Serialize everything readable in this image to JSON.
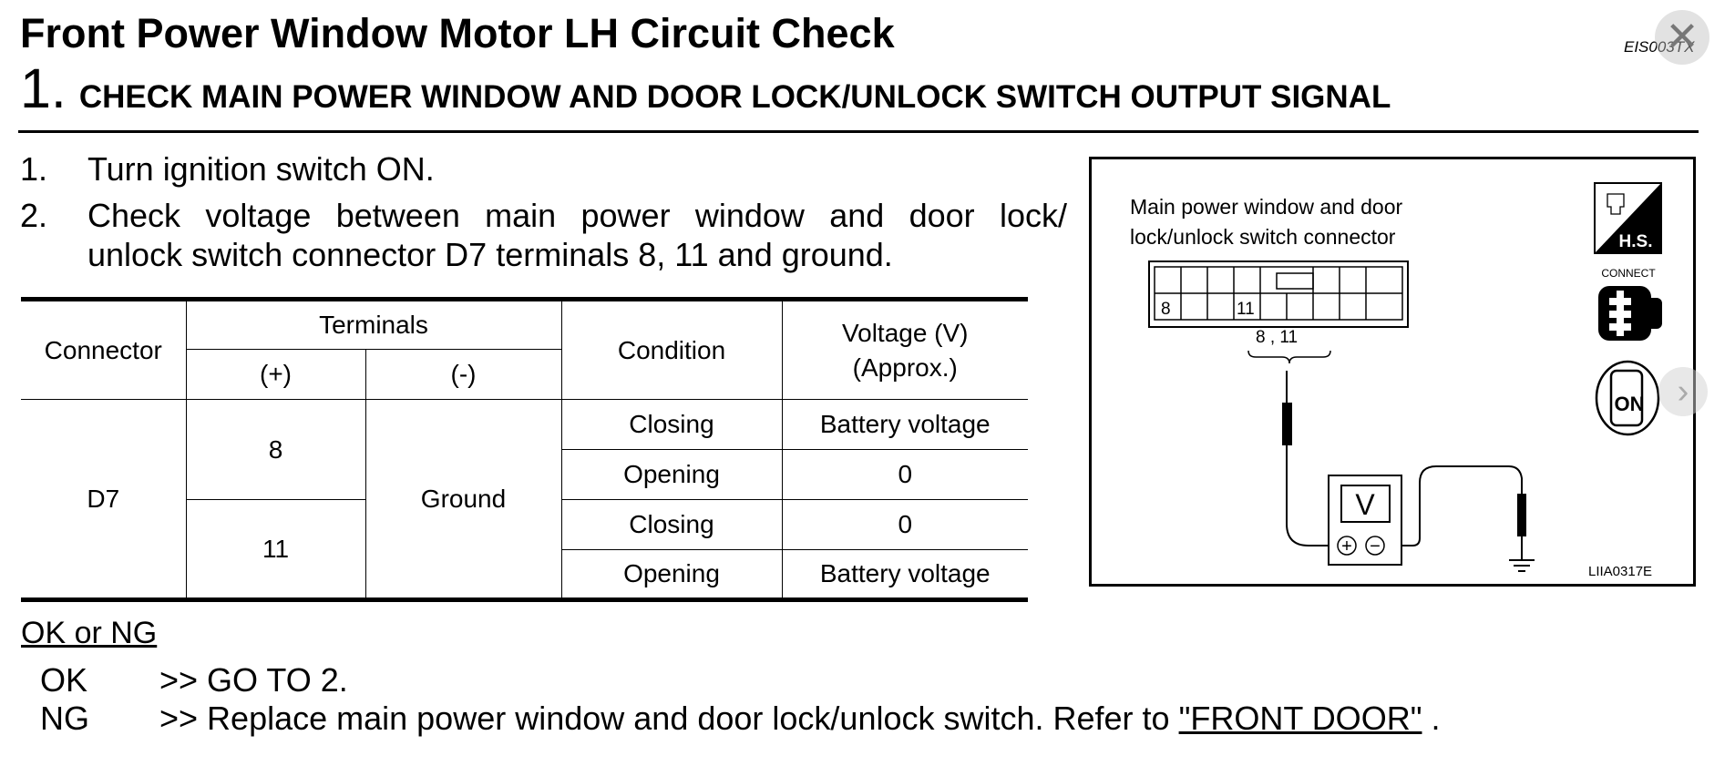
{
  "header": {
    "title": "Front Power Window Motor LH Circuit Check",
    "doc_code": "EIS003TX",
    "step_number": "1.",
    "step_title": "CHECK MAIN POWER WINDOW AND DOOR LOCK/UNLOCK SWITCH OUTPUT SIGNAL"
  },
  "instructions": [
    {
      "num": "1.",
      "lines": [
        "Turn ignition switch ON."
      ]
    },
    {
      "num": "2.",
      "lines": [
        "Check voltage between main power window and door lock/",
        "unlock switch connector D7 terminals 8, 11 and ground."
      ]
    }
  ],
  "table": {
    "headers": {
      "connector": "Connector",
      "terminals": "Terminals",
      "plus": "(+)",
      "minus": "(-)",
      "condition": "Condition",
      "voltage_line1": "Voltage (V)",
      "voltage_line2": "(Approx.)"
    },
    "connector": "D7",
    "ground": "Ground",
    "terminal_a": "8",
    "terminal_b": "11",
    "rows": [
      {
        "condition": "Closing",
        "voltage": "Battery voltage"
      },
      {
        "condition": "Opening",
        "voltage": "0"
      },
      {
        "condition": "Closing",
        "voltage": "0"
      },
      {
        "condition": "Opening",
        "voltage": "Battery voltage"
      }
    ]
  },
  "results": {
    "title": "OK or NG",
    "ok_code": "OK",
    "ok_text": ">> GO TO 2.",
    "ng_code": "NG",
    "ng_text": ">> Replace main power window and door lock/unlock switch. Refer to ",
    "ng_link": "\"FRONT DOOR\"",
    "ng_end": " ."
  },
  "figure": {
    "label_line1": "Main power window and door",
    "label_line2": "lock/unlock switch connector",
    "pin_8": "8",
    "pin_11": "11",
    "pins_label": "8 , 11",
    "meter": "V",
    "plus_sym": "+",
    "minus_sym": "−",
    "hs_label": "H.S.",
    "connect_label": "CONNECT",
    "on_label": "ON",
    "fig_code": "LIIA0317E"
  },
  "controls": {
    "close_glyph": "✕",
    "next_glyph": "›"
  }
}
